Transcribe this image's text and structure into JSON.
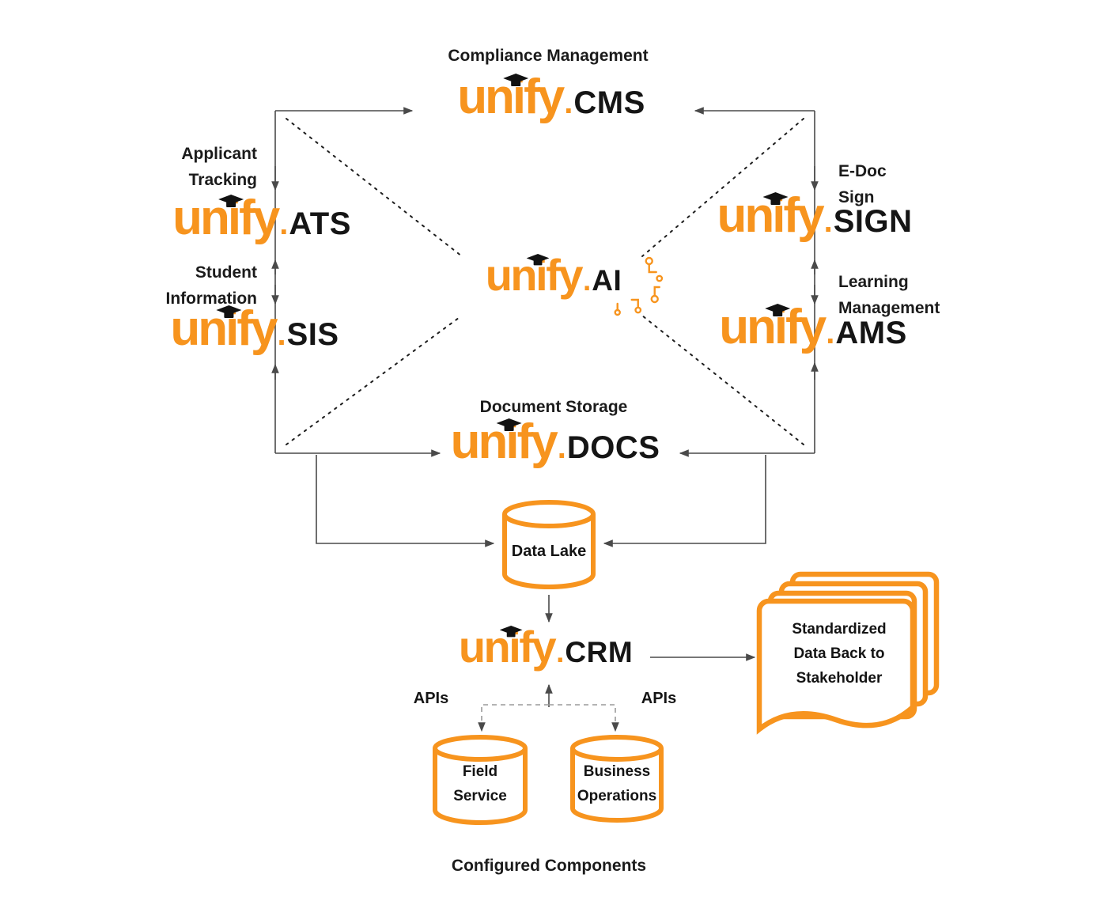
{
  "colors": {
    "orange": "#F7941E",
    "ink": "#151515",
    "line": "#4a4a4a"
  },
  "brand": {
    "name": "unify",
    "dot": "."
  },
  "nodes": {
    "cms": {
      "caption": "Compliance Management",
      "suffix_text": "CMS"
    },
    "ats": {
      "caption": [
        "Applicant",
        "Tracking"
      ],
      "suffix_text": "ATS"
    },
    "sis": {
      "caption": [
        "Student",
        "Information"
      ],
      "suffix_text": "SIS"
    },
    "sign": {
      "caption": [
        "E-Doc",
        "Sign"
      ],
      "suffix_text": "SIGN"
    },
    "ams": {
      "caption": [
        "Learning",
        "Management"
      ],
      "suffix_text": "AMS"
    },
    "ai": {
      "suffix_text": "AI"
    },
    "docs": {
      "caption": "Document Storage",
      "suffix_text": "DOCS"
    },
    "crm": {
      "suffix_text": "CRM"
    }
  },
  "data_lake": {
    "label": "Data Lake"
  },
  "stakeholder_note": {
    "lines": [
      "Standardized",
      "Data Back to",
      "Stakeholder"
    ]
  },
  "api_labels": {
    "left": "APIs",
    "right": "APIs"
  },
  "components": {
    "field_service": {
      "lines": [
        "Field",
        "Service"
      ]
    },
    "business_operations": {
      "lines": [
        "Business",
        "Operations"
      ]
    },
    "footer": "Configured Components"
  }
}
